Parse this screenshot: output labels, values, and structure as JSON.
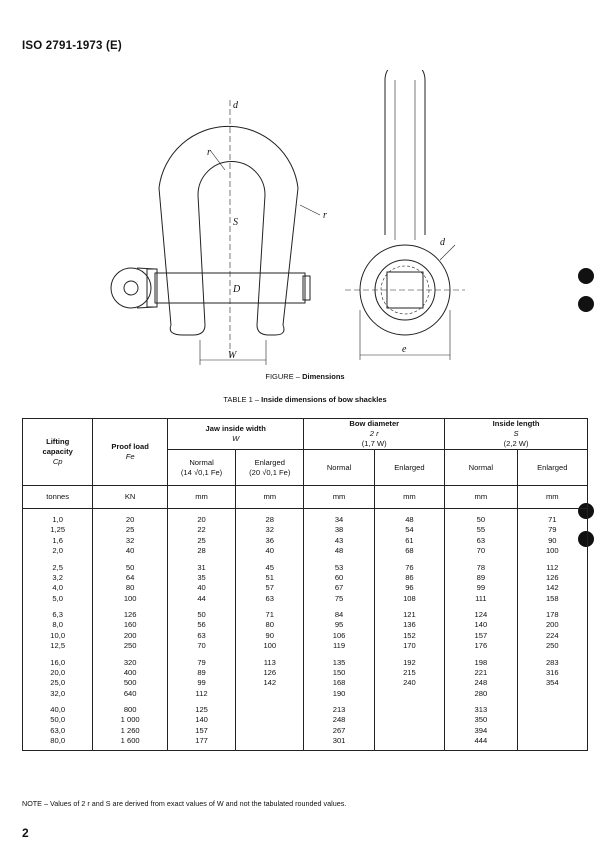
{
  "header": {
    "doc_id": "ISO 2791-1973 (E)"
  },
  "figure": {
    "caption_prefix": "FIGURE –",
    "caption_bold": "Dimensions",
    "labels": {
      "d": "d",
      "r": "r",
      "S": "S",
      "D": "D",
      "W": "W",
      "e": "e"
    }
  },
  "table_caption": {
    "prefix": "TABLE 1 –",
    "bold": "Inside dimensions of bow shackles"
  },
  "table": {
    "headers": {
      "lifting": [
        "Lifting",
        "capacity",
        "Cp"
      ],
      "proof": [
        "Proof load",
        "Fe"
      ],
      "jaw": [
        "Jaw inside width",
        "W"
      ],
      "bow": [
        "Bow diameter",
        "2 r",
        "(1,7 W)"
      ],
      "length": [
        "Inside length",
        "S",
        "(2,2 W)"
      ],
      "jaw_normal": [
        "Normal",
        "(14 √0,1 Fe)"
      ],
      "jaw_enlarged": [
        "Enlarged",
        "(20 √0,1 Fe)"
      ],
      "normal": "Normal",
      "enlarged": "Enlarged"
    },
    "units": [
      "tonnes",
      "KN",
      "mm",
      "mm",
      "mm",
      "mm",
      "mm",
      "mm"
    ],
    "groups": [
      [
        [
          "1,0",
          "20",
          "20",
          "28",
          "34",
          "48",
          "50",
          "71"
        ],
        [
          "1,25",
          "25",
          "22",
          "32",
          "38",
          "54",
          "55",
          "79"
        ],
        [
          "1,6",
          "32",
          "25",
          "36",
          "43",
          "61",
          "63",
          "90"
        ],
        [
          "2,0",
          "40",
          "28",
          "40",
          "48",
          "68",
          "70",
          "100"
        ]
      ],
      [
        [
          "2,5",
          "50",
          "31",
          "45",
          "53",
          "76",
          "78",
          "112"
        ],
        [
          "3,2",
          "64",
          "35",
          "51",
          "60",
          "86",
          "89",
          "126"
        ],
        [
          "4,0",
          "80",
          "40",
          "57",
          "67",
          "96",
          "99",
          "142"
        ],
        [
          "5,0",
          "100",
          "44",
          "63",
          "75",
          "108",
          "111",
          "158"
        ]
      ],
      [
        [
          "6,3",
          "126",
          "50",
          "71",
          "84",
          "121",
          "124",
          "178"
        ],
        [
          "8,0",
          "160",
          "56",
          "80",
          "95",
          "136",
          "140",
          "200"
        ],
        [
          "10,0",
          "200",
          "63",
          "90",
          "106",
          "152",
          "157",
          "224"
        ],
        [
          "12,5",
          "250",
          "70",
          "100",
          "119",
          "170",
          "176",
          "250"
        ]
      ],
      [
        [
          "16,0",
          "320",
          "79",
          "113",
          "135",
          "192",
          "198",
          "283"
        ],
        [
          "20,0",
          "400",
          "89",
          "126",
          "150",
          "215",
          "221",
          "316"
        ],
        [
          "25,0",
          "500",
          "99",
          "142",
          "168",
          "240",
          "248",
          "354"
        ],
        [
          "32,0",
          "640",
          "112",
          "",
          "190",
          "",
          "280",
          ""
        ]
      ],
      [
        [
          "40,0",
          "800",
          "125",
          "",
          "213",
          "",
          "313",
          ""
        ],
        [
          "50,0",
          "1 000",
          "140",
          "",
          "248",
          "",
          "350",
          ""
        ],
        [
          "63,0",
          "1 260",
          "157",
          "",
          "267",
          "",
          "394",
          ""
        ],
        [
          "80,0",
          "1 600",
          "177",
          "",
          "301",
          "",
          "444",
          ""
        ]
      ]
    ]
  },
  "note": "NOTE – Values of 2 r and S are derived from exact values of W and not the tabulated rounded values.",
  "page_number": "2"
}
